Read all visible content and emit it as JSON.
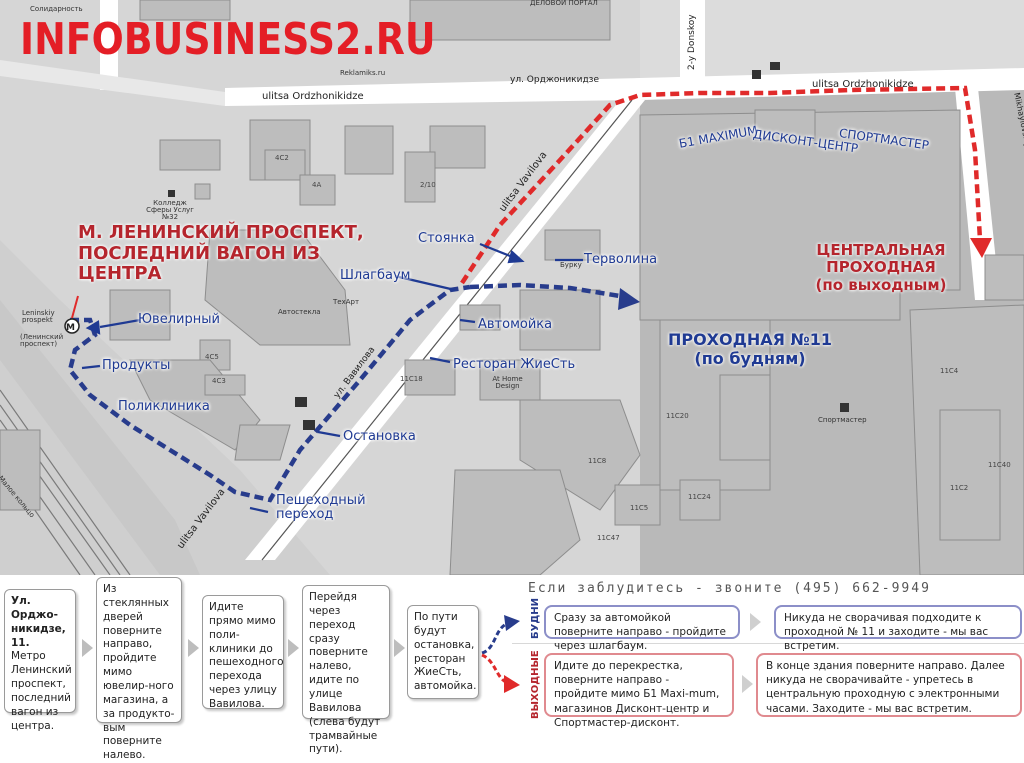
{
  "site_title": "INFOBUSINESS2.RU",
  "streets": {
    "ordzhonikidze_ru": "ул. Орджоникидзе",
    "ordzhonikidze_en_left": "ulitsa Ordzhonikidze",
    "ordzhonikidze_en_right": "ulitsa Ordzhonikidze",
    "vavilova_en_top": "ulitsa Vavilova",
    "vavilova_ru": "ул. Вавилова",
    "vavilova_en_bottom": "ulitsa Vavilova",
    "donskoy": "2-y Donskoy",
    "mikhaylovsky": "Mikhaylovskiy Verkhniy Poperechn",
    "ring": "Малое кольцо"
  },
  "pois": {
    "solidarity": "Солидарность",
    "portal": "ДЕЛОВОЙ ПОРТАЛ",
    "reklamiks": "Reklamiks.ru",
    "college": "Колледж Сферы Услуг №32",
    "avtostekla": "Автостекла",
    "texart": "ТехАрт",
    "metro_en": "Leninskiy prospekt",
    "metro_ru": "(Ленинский проспект)",
    "at_home": "At Home Design",
    "sportmaster_poi": "Спортмастер",
    "burgy": "Бурку"
  },
  "building_numbers": [
    "4С2",
    "4А",
    "2/10",
    "4С5",
    "4С3",
    "11С18",
    "11С8",
    "11С5",
    "11С24",
    "11С20",
    "11С47",
    "11С4",
    "11С40",
    "11С2"
  ],
  "annotations": {
    "metro_title": "М. ЛЕНИНСКИЙ ПРОСПЕКТ, ПОСЛЕДНИЙ ВАГОН ИЗ ЦЕНТРА",
    "juvelirny": "Ювелирный",
    "produkty": "Продукты",
    "poliklinika": "Поликлиника",
    "ostanovka": "Остановка",
    "perekhod": "Пешеходный переход",
    "stoyanka": "Стоянка",
    "shlagbaum": "Шлагбаум",
    "avtomoika": "Автомойка",
    "restoran": "Ресторан ЖиеСть",
    "tervolina": "Терволина",
    "b1": "Б1 MAXIMUM",
    "diskont": "ДИСКОНТ-ЦЕНТР",
    "sportmaster": "СПОРТМАСТЕР",
    "gate11_line1": "ПРОХОДНАЯ №11",
    "gate11_line2": "(по будням)",
    "central_line1": "ЦЕНТРАЛЬНАЯ",
    "central_line2": "ПРОХОДНАЯ",
    "central_line3": "(по выходным)"
  },
  "instructions": {
    "step1_bold": "Ул. Орджо-никидзе, 11.",
    "step1_text": "Метро Ленинский проспект, последний вагон из центра.",
    "step2": "Из стеклянных дверей поверните направо, пройдите мимо ювелир-ного магазина, а за продукто-вым поверните налево.",
    "step3": "Идите прямо мимо поли-клиники до пешеходного перехода через улицу Вавилова.",
    "step4": "Перейдя через переход сразу поверните налево, идите по улице Вавилова (слева будут трамвайные пути).",
    "step5": "По пути будут остановка, ресторан ЖиеСть, автомойка.",
    "phone_line": "Если заблудитесь - звоните (495) 662-9949",
    "weekday_label": "БУДНИ",
    "weekend_label": "ВЫХОДНЫЕ",
    "weekday_1": "Сразу за автомойкой поверните направо - пройдите через шлагбаум.",
    "weekday_2": "Никуда не сворачивая подходите к проходной № 11 и заходите - мы вас встретим.",
    "weekend_1": "Идите до перекрестка, поверните направо - пройдите мимо Б1 Maxi-mum, магазинов Дисконт-центр и Спортмастер-дисконт.",
    "weekend_2": "В конце здания поверните направо. Далее никуда не сворачивайте - упретесь в центральную проходную с электронными часами. Заходите - мы вас встретим."
  },
  "colors": {
    "logo_red": "#e41e26",
    "route_red": "#e02a2a",
    "route_blue": "#283c8c",
    "annotation_blue": "#1f3a93",
    "annotation_red": "#b5252d"
  }
}
